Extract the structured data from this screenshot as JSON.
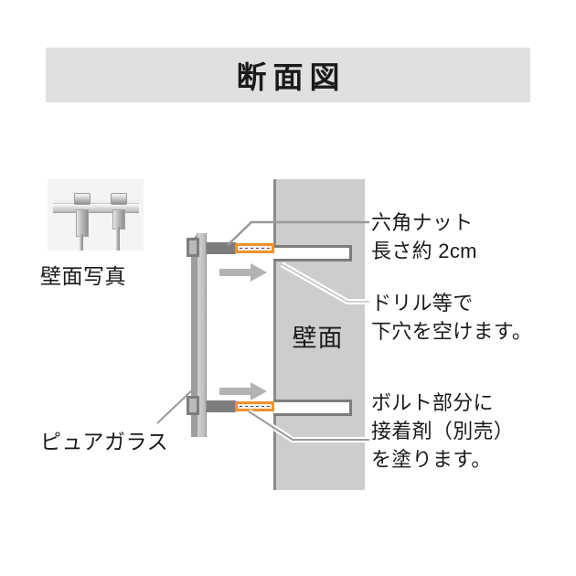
{
  "title": "断面図",
  "photo": {
    "caption": "壁面写真",
    "alt_name": "wall-hardware-photo"
  },
  "diagram": {
    "wall_label": "壁面",
    "glass_caption": "ピュアガラス",
    "callouts": {
      "hex_nut": "六角ナット\n長さ約 2cm",
      "drill": "ドリル等で\n下穴を空けます。",
      "adhesive": "ボルト部分に\n接着剤（別売）\nを塗ります。"
    }
  },
  "colors": {
    "title_band": "#e0e0e0",
    "wall": "#cdcdcd",
    "wall_outline": "#8a8a8a",
    "glass": "#c4c4c4",
    "nut": "#7d7d7d",
    "bolt_accent": "#f0922b",
    "arrow": "#b3b3b3",
    "text": "#1a1a1a"
  }
}
